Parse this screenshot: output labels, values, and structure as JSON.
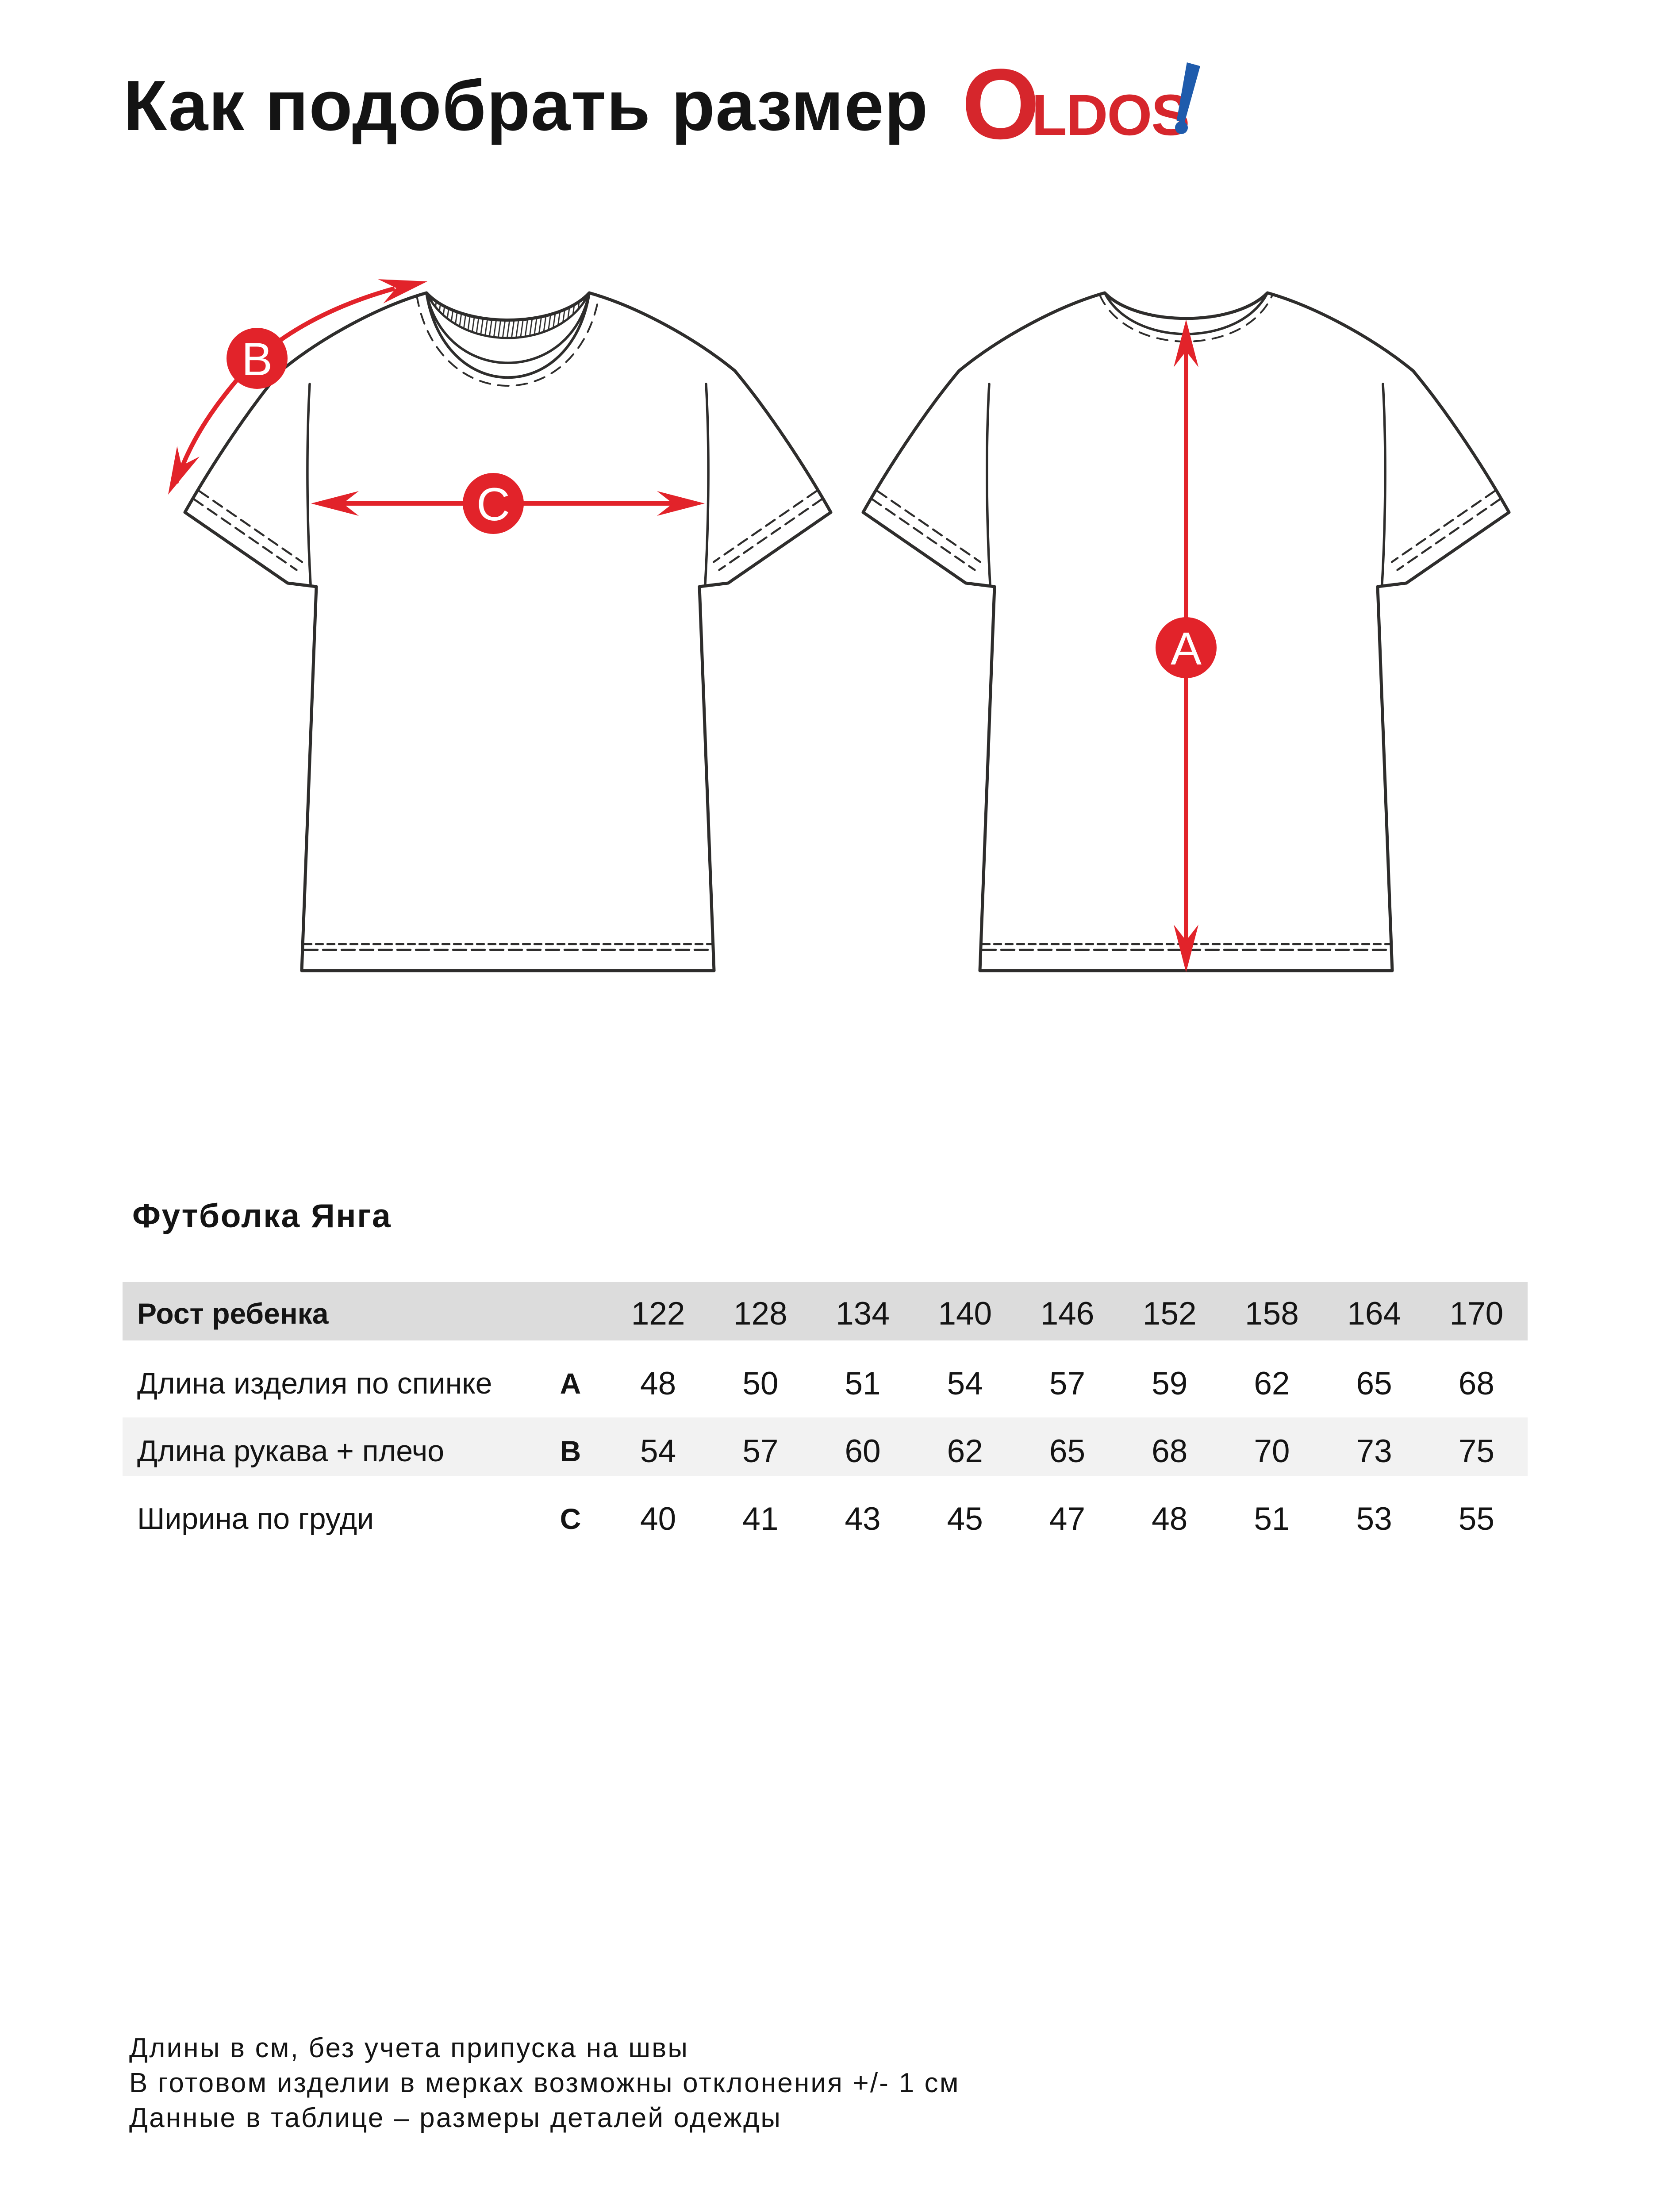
{
  "header": {
    "title": "Как подобрать размер",
    "logo": {
      "big_letter": "O",
      "rest": "LDOS",
      "exclamation": "!",
      "red": "#d6262c",
      "blue": "#1e5bac"
    }
  },
  "diagram": {
    "accent_color": "#e2232a",
    "line_color": "#2e2d2c",
    "views": [
      "front",
      "back"
    ],
    "measures": [
      {
        "id": "A",
        "label": "A"
      },
      {
        "id": "B",
        "label": "B"
      },
      {
        "id": "C",
        "label": "C"
      }
    ]
  },
  "product": {
    "title": "Футболка Янга"
  },
  "table": {
    "header_label": "Рост ребенка",
    "header_bg": "#dcdcdc",
    "stripe_bg": "#f2f2f2",
    "heights": [
      "122",
      "128",
      "134",
      "140",
      "146",
      "152",
      "158",
      "164",
      "170"
    ],
    "rows": [
      {
        "label": "Длина изделия по спинке",
        "letter": "A",
        "values": [
          "48",
          "50",
          "51",
          "54",
          "57",
          "59",
          "62",
          "65",
          "68"
        ]
      },
      {
        "label": "Длина рукава + плечо",
        "letter": "B",
        "values": [
          "54",
          "57",
          "60",
          "62",
          "65",
          "68",
          "70",
          "73",
          "75"
        ]
      },
      {
        "label": "Ширина по груди",
        "letter": "C",
        "values": [
          "40",
          "41",
          "43",
          "45",
          "47",
          "48",
          "51",
          "53",
          "55"
        ]
      }
    ]
  },
  "footnotes": [
    "Длины в см, без учета припуска на швы",
    "В готовом изделии в мерках возможны отклонения +/- 1 см",
    "Данные в таблице – размеры деталей одежды"
  ]
}
